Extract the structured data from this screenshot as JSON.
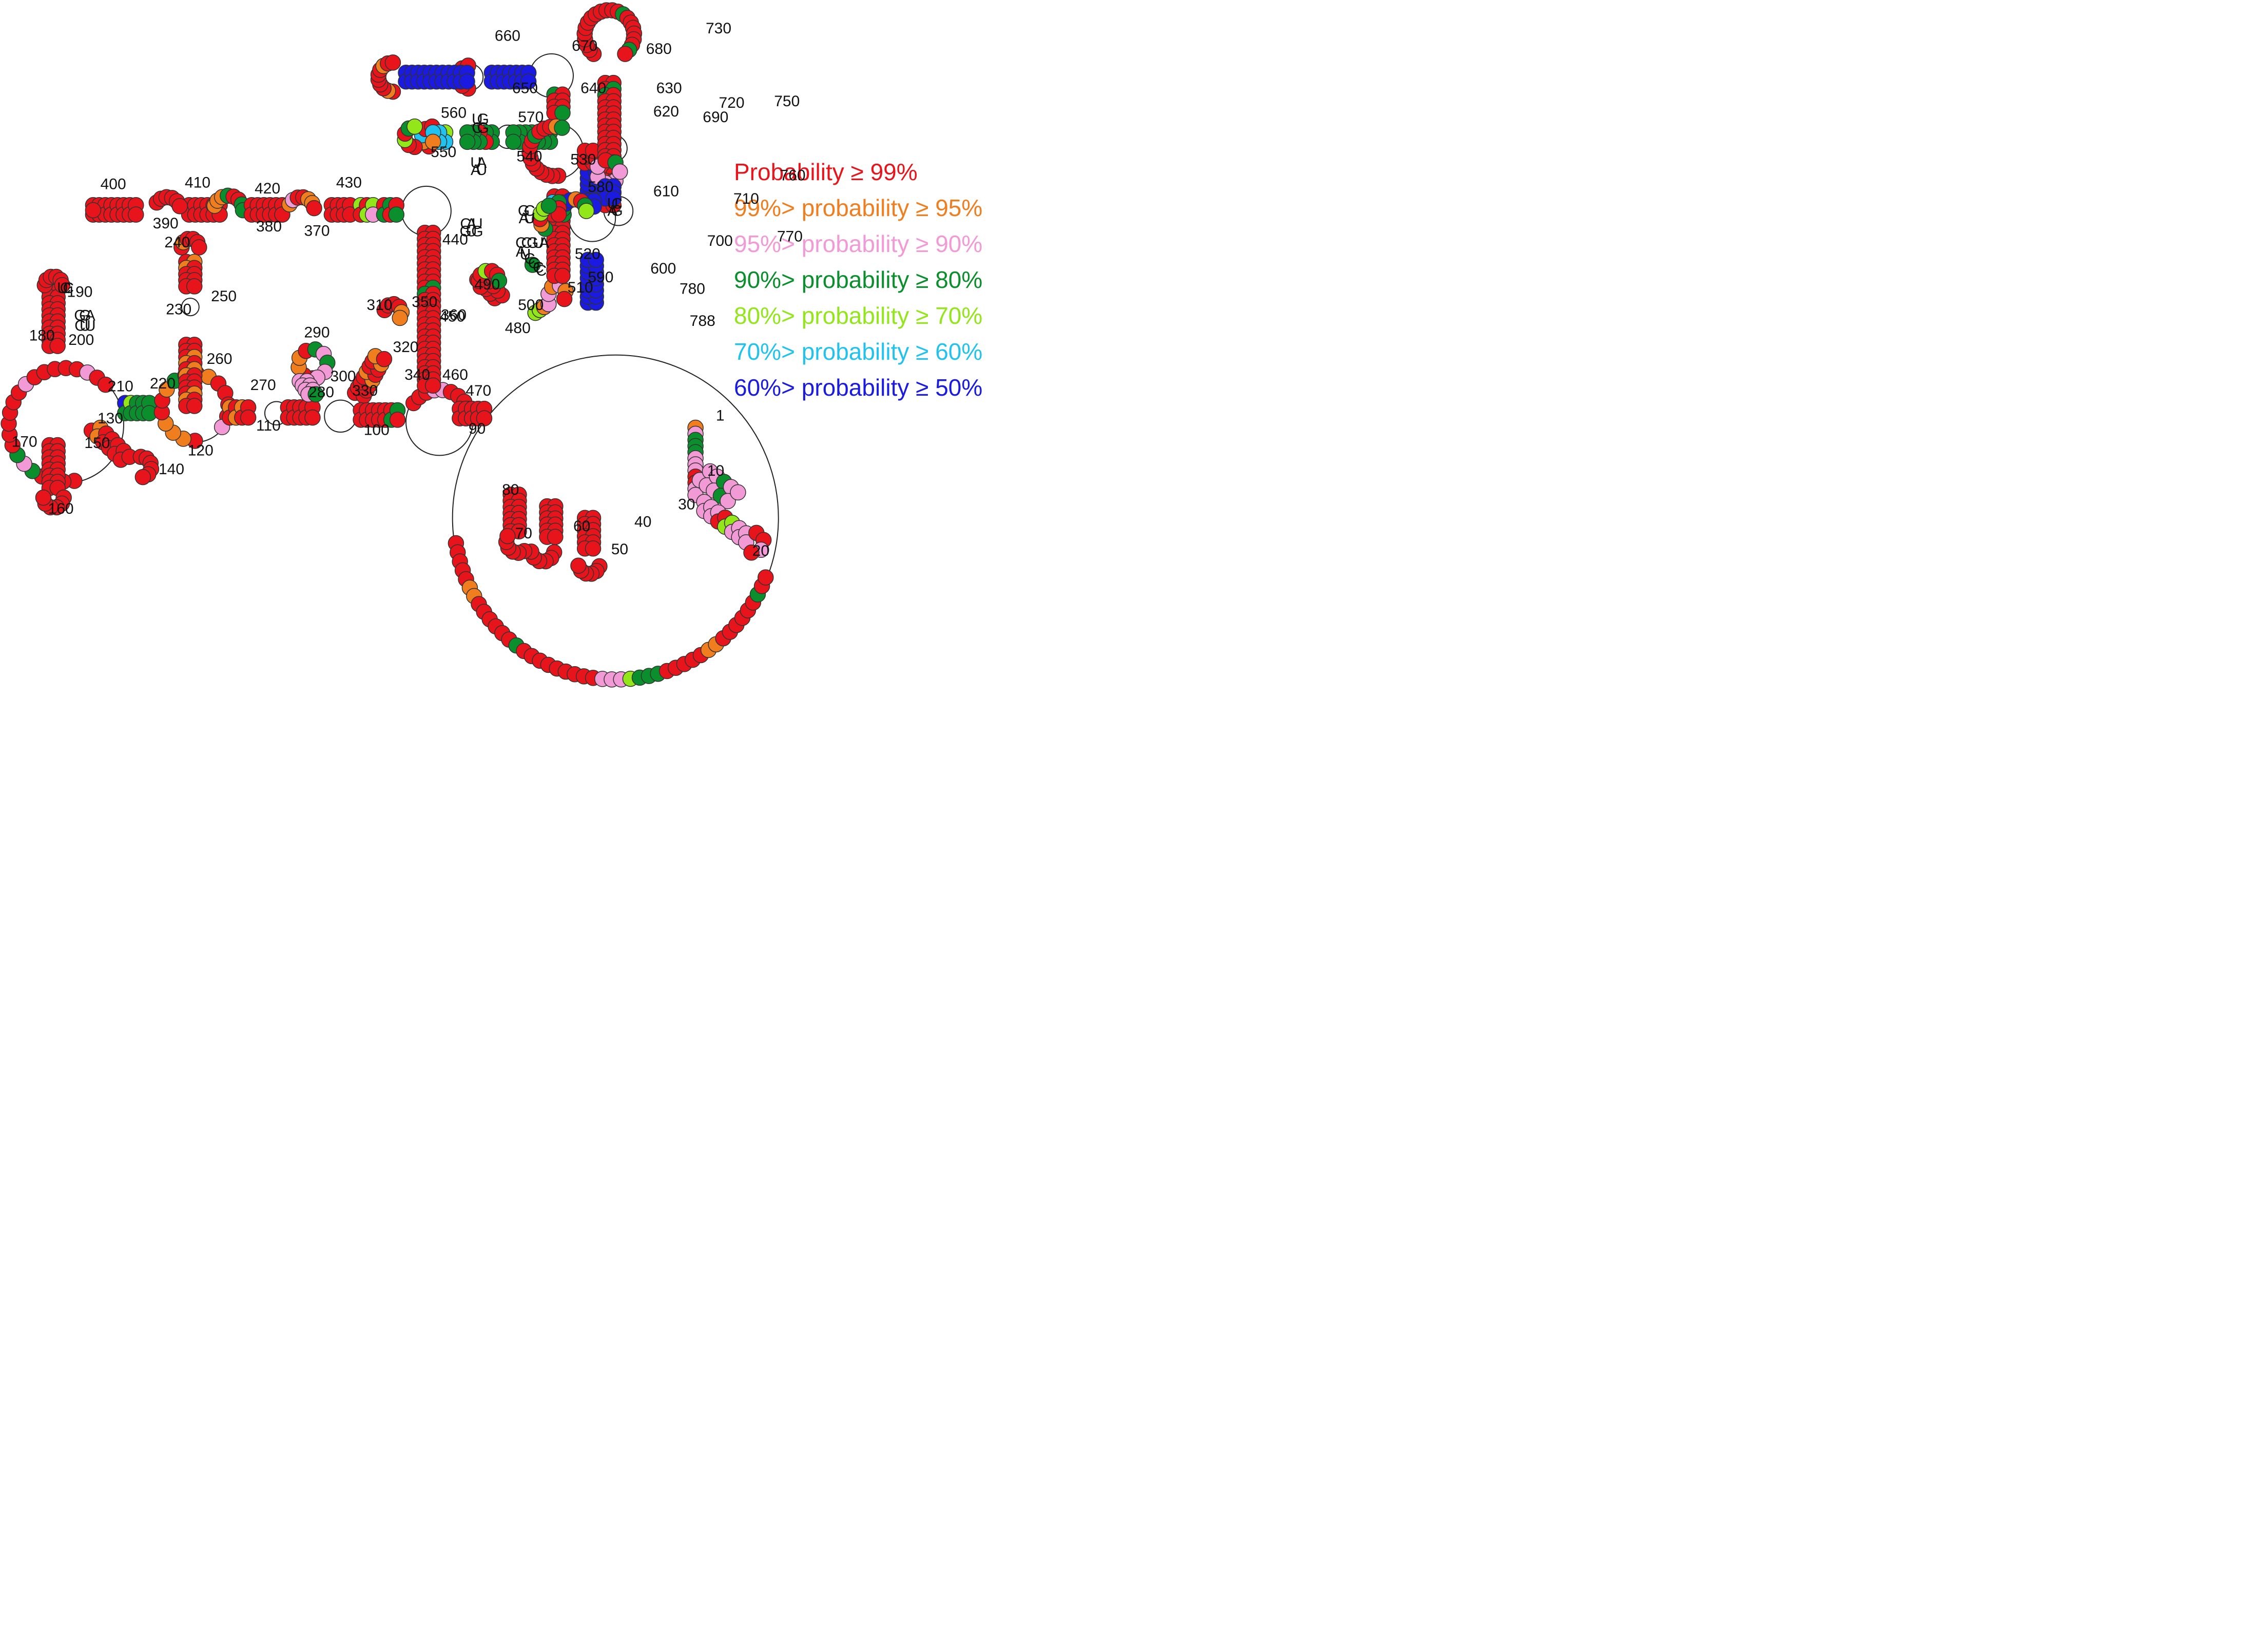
{
  "legend": [
    {
      "label": "Probability ≥ 99%",
      "color": "#e8141b"
    },
    {
      "label": "99%> probability ≥ 95%",
      "color": "#f07d1e"
    },
    {
      "label": "95%> probability ≥ 90%",
      "color": "#f29ad6"
    },
    {
      "label": "90%> probability ≥ 80%",
      "color": "#0b8e2c"
    },
    {
      "label": "80%> probability ≥ 70%",
      "color": "#93e61a"
    },
    {
      "label": "70%> probability ≥ 60%",
      "color": "#21c3ee"
    },
    {
      "label": "60%> probability ≥ 50%",
      "color": "#1a1ae0"
    }
  ],
  "colors": {
    "p99": "#e8141b",
    "p95": "#f07d1e",
    "p90": "#f29ad6",
    "p80": "#0b8e2c",
    "p70": "#93e61a",
    "p60": "#21c3ee",
    "p50": "#1a1ae0",
    "backbone": "#222222"
  },
  "position_labels": [
    "1",
    "10",
    "20",
    "30",
    "40",
    "50",
    "60",
    "70",
    "80",
    "90",
    "100",
    "110",
    "120",
    "130",
    "140",
    "150",
    "160",
    "170",
    "180",
    "190",
    "200",
    "210",
    "220",
    "230",
    "240",
    "250",
    "260",
    "270",
    "280",
    "290",
    "300",
    "310",
    "320",
    "330",
    "340",
    "350",
    "360",
    "370",
    "380",
    "390",
    "400",
    "410",
    "420",
    "430",
    "440",
    "450",
    "460",
    "470",
    "480",
    "490",
    "500",
    "510",
    "520",
    "530",
    "540",
    "550",
    "560",
    "570",
    "580",
    "590",
    "600",
    "610",
    "620",
    "630",
    "640",
    "650",
    "660",
    "670",
    "680",
    "690",
    "700",
    "710",
    "720",
    "730",
    "750",
    "760",
    "770",
    "780",
    "788"
  ],
  "separate_letters": [
    "U",
    "C",
    "C",
    "G",
    "G",
    "A",
    "C",
    "U",
    "U",
    "C",
    "A",
    "U",
    "G",
    "U",
    "G",
    "U",
    "G",
    "C",
    "G",
    "A",
    "U",
    "C",
    "G",
    "C",
    "C",
    "G",
    "C",
    "A",
    "U",
    "U",
    "C",
    "A",
    "G",
    "U",
    "A",
    "A",
    "U",
    "C",
    "C",
    "G",
    "U",
    "A"
  ]
}
